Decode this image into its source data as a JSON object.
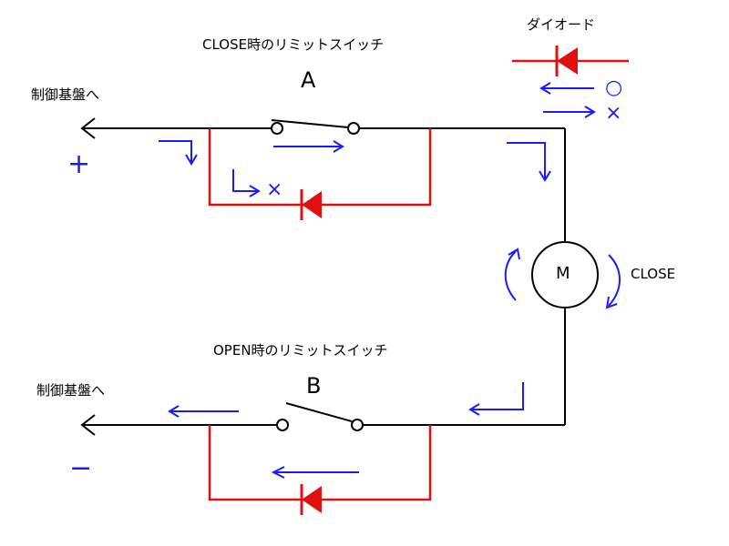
{
  "labels": {
    "diode_label": "ダイオード",
    "switch_a_title": "CLOSE時のリミットスイッチ",
    "switch_a_letter": "A",
    "switch_b_title": "OPEN時のリミットスイッチ",
    "switch_b_letter": "B",
    "to_board_top": "制御基盤へ",
    "to_board_bottom": "制御基盤へ",
    "plus_sign": "+",
    "minus_sign": "−",
    "motor_label": "M",
    "rotation_label": "CLOSE",
    "legend_ok": "○",
    "legend_ng": "×",
    "blocked_mark": "×"
  },
  "colors": {
    "wire": "#000000",
    "diode_branch": "#e01010",
    "current_arrow": "#1a1aff"
  }
}
